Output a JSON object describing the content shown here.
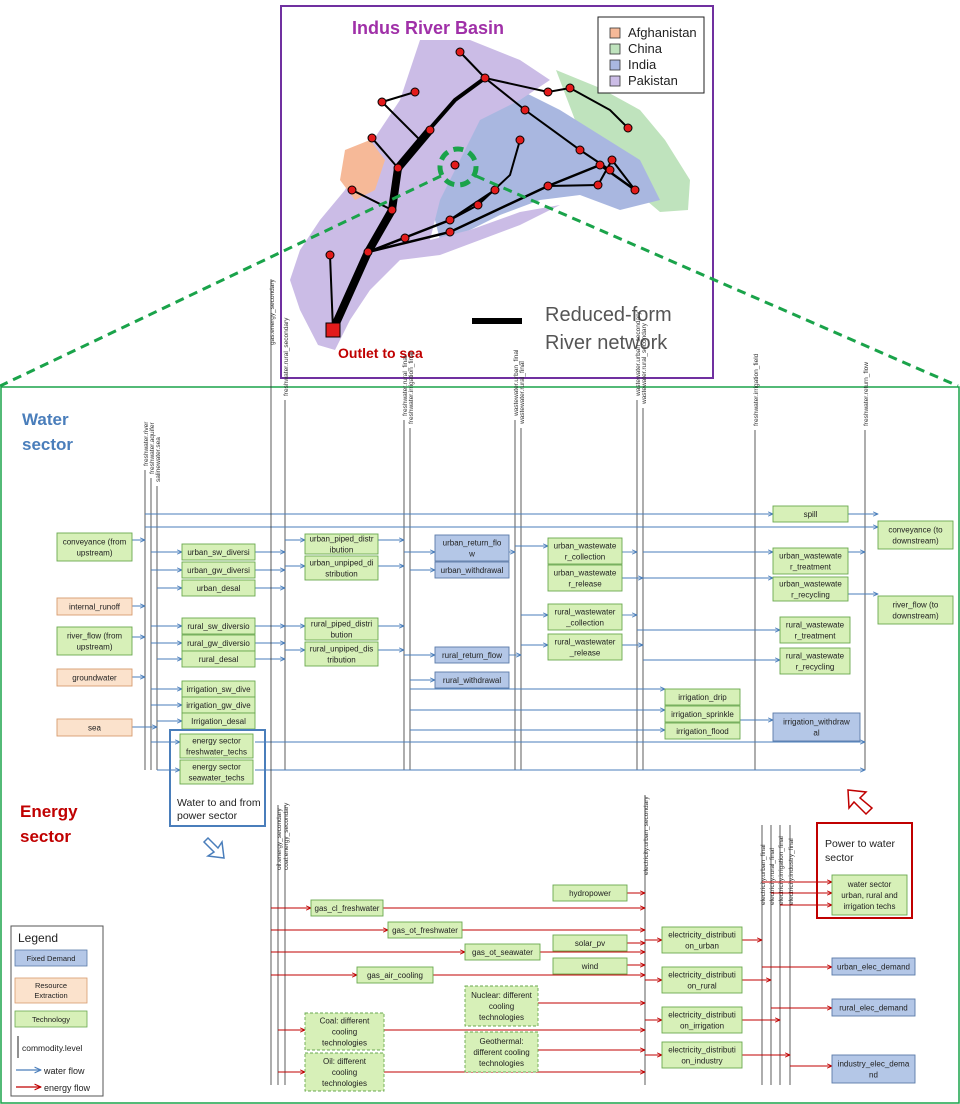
{
  "map": {
    "title": "Indus River Basin",
    "legend": [
      {
        "label": "Afghanistan",
        "color": "#f6b998"
      },
      {
        "label": "China",
        "color": "#bfe3bd"
      },
      {
        "label": "India",
        "color": "#a9b7e0"
      },
      {
        "label": "Pakistan",
        "color": "#cbbce6"
      }
    ],
    "outlet_label": "Outlet to sea",
    "network_label_line1": "Reduced-form",
    "network_label_line2": "River network"
  },
  "colors": {
    "water": "#4a7ebb",
    "energy": "#c00000",
    "tech_fill": "#d7f0b8",
    "tech_stroke": "#6aa84f",
    "demand_fill": "#b4c7e7",
    "demand_stroke": "#5a7aa8",
    "resource_fill": "#fbe2cc",
    "resource_stroke": "#d79b6e",
    "zoom": "#1aa34a",
    "map_border": "#7030a0",
    "sector_water_title": "#4a7ebb",
    "sector_energy_title": "#c00000"
  },
  "water_sector": {
    "title_line1": "Water",
    "title_line2": "sector",
    "levels": [
      [
        "freshwater.river",
        "freshwater.aquifer",
        "salinewater.sea"
      ],
      [
        "freshwater.rural_secondary"
      ],
      [
        "freshwater.rural_final",
        "freshwater.irrigation_final"
      ],
      [
        "wastewater.urban_final",
        "wastewater.rural_final"
      ],
      [
        "wastewater.urban_secondary",
        "wastewater.rural_secondary"
      ],
      [
        "freshwater.irrigation_field"
      ],
      [
        "freshwater.return_flow"
      ]
    ],
    "inputs": [
      [
        "conveyance (from",
        "upstream)"
      ],
      [
        "internal_runoff"
      ],
      [
        "river_flow (from",
        "upstream)"
      ],
      [
        "groundwater"
      ],
      [
        "sea"
      ]
    ],
    "diversion_techs": [
      [
        "urban_sw_diversi"
      ],
      [
        "urban_gw_diversi"
      ],
      [
        "urban_desal"
      ],
      [
        "rural_sw_diversio"
      ],
      [
        "rural_gw_diversio"
      ],
      [
        "rural_desal"
      ],
      [
        "irrigation_sw_dive"
      ],
      [
        "irrigation_gw_dive"
      ],
      [
        "Irrigation_desal"
      ]
    ],
    "distribution_techs": [
      [
        "urban_piped_distr",
        "ibution"
      ],
      [
        "urban_unpiped_di",
        "stribution"
      ],
      [
        "rural_piped_distri",
        "bution"
      ],
      [
        "rural_unpiped_dis",
        "tribution"
      ]
    ],
    "demands": [
      [
        "urban_return_flo",
        "w"
      ],
      [
        "urban_withdrawal"
      ],
      [
        "rural_return_flow"
      ],
      [
        "rural_withdrawal"
      ],
      [
        "irrigation_withdraw",
        "al"
      ]
    ],
    "wastewater_techs": [
      [
        "urban_wastewate",
        "r_collection"
      ],
      [
        "urban_wastewate",
        "r_release"
      ],
      [
        "rural_wastewater",
        "_collection"
      ],
      [
        "rural_wastewater",
        "_release"
      ]
    ],
    "irrigation_techs": [
      [
        "irrigation_drip"
      ],
      [
        "irrigation_sprinkle"
      ],
      [
        "irrigation_flood"
      ]
    ],
    "treatment_techs": [
      [
        "spill"
      ],
      [
        "urban_wastewate",
        "r_treatment"
      ],
      [
        "urban_wastewate",
        "r_recycling"
      ],
      [
        "rural_wastewate",
        "r_treatment"
      ],
      [
        "rural_wastewate",
        "r_recycling"
      ]
    ],
    "outputs": [
      [
        "conveyance (to",
        "downstream)"
      ],
      [
        "river_flow (to",
        "downstream)"
      ]
    ],
    "power_techs": [
      [
        "energy sector",
        "freshwater_techs"
      ],
      [
        "energy sector",
        "seawater_techs"
      ]
    ],
    "callout": [
      "Water to and from",
      "power sector"
    ]
  },
  "energy_sector": {
    "title_line1": "Energy",
    "title_line2": "sector",
    "levels": [
      [
        "gas.energy_secondary",
        "oil.energy_secondary",
        "coal.energy_secondary"
      ],
      [
        "electricity.urban_secondary"
      ],
      [
        "electricity.urban_final",
        "electricity.rural_final",
        "electricity.irrigation_final",
        "electricity.industry_final"
      ]
    ],
    "cooling_techs": [
      [
        "gas_cl_freshwater"
      ],
      [
        "gas_ot_freshwater"
      ],
      [
        "gas_ot_seawater"
      ],
      [
        "gas_air_cooling"
      ]
    ],
    "renewables": [
      [
        "hydropower"
      ],
      [
        "solar_pv"
      ],
      [
        "wind"
      ]
    ],
    "groups": [
      [
        "Coal: different",
        "cooling",
        "technologies"
      ],
      [
        "Oil: different",
        "cooling",
        "technologies"
      ],
      [
        "Nuclear: different",
        "cooling",
        "technologies"
      ],
      [
        "Geothermal:",
        "different cooling",
        "technologies"
      ]
    ],
    "distribution": [
      [
        "electricity_distributi",
        "on_urban"
      ],
      [
        "electricity_distributi",
        "on_rural"
      ],
      [
        "electricity_distributi",
        "on_irrigation"
      ],
      [
        "electricity_distributi",
        "on_industry"
      ]
    ],
    "demands": [
      [
        "urban_elec_demand"
      ],
      [
        "rural_elec_demand"
      ],
      [
        "industry_elec_dema",
        "nd"
      ]
    ],
    "water_techs": [
      [
        "water sector",
        "urban, rural and",
        "irrigation  techs"
      ]
    ],
    "callout": [
      "Power to water",
      "sector"
    ]
  },
  "legend": {
    "title": "Legend",
    "fixed_demand": "Fixed Demand",
    "resource_line1": "Resource",
    "resource_line2": "Extraction",
    "technology": "Technology",
    "commodity": "commodity.level",
    "water_flow": "water flow",
    "energy_flow": "energy flow"
  }
}
